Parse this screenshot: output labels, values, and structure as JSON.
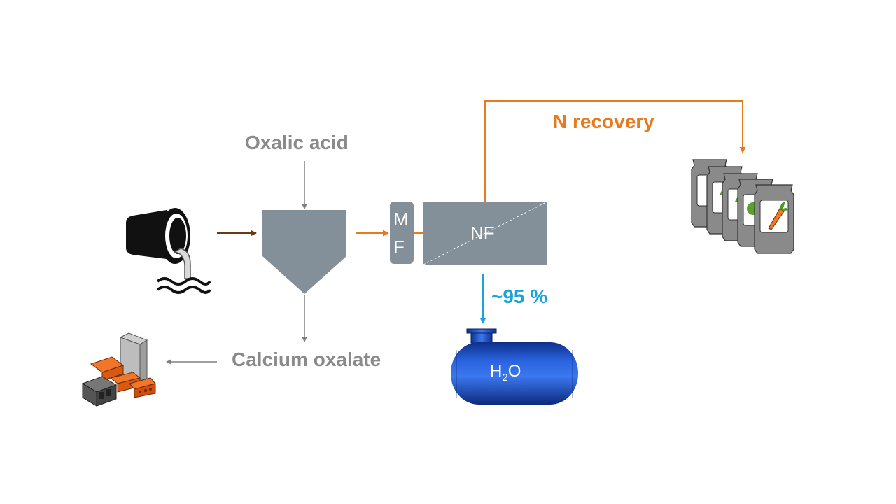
{
  "labels": {
    "oxalic_acid": "Oxalic acid",
    "calcium_oxalate": "Calcium oxalate",
    "n_recovery": "N recovery",
    "water_recovery": "~95 %"
  },
  "units": {
    "mf_top": "M",
    "mf_bottom": "F",
    "nf": "NF",
    "water_h": "H",
    "water_sub": "2",
    "water_o": "O"
  },
  "colors": {
    "unit_gray": "#838f99",
    "arrow_gray": "#808080",
    "accent_orange": "#e87a1e",
    "accent_blue": "#1aa3e0",
    "feed_brown": "#6b3a12",
    "tank_blue": "#1f4fc4"
  },
  "icons": {
    "wastewater": "pipe-discharge-icon",
    "building_materials": "bricks-blocks-icon",
    "fertilizer": "fertilizer-bags-icon",
    "water_tank": "water-tank-icon"
  }
}
